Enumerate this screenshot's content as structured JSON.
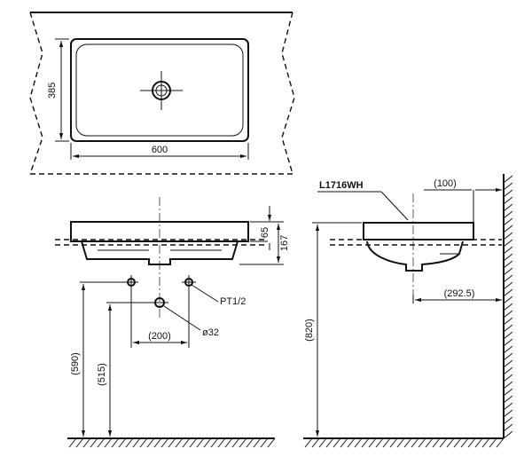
{
  "dimensions": {
    "top_width": "600",
    "top_depth": "385",
    "rim_height": "65",
    "total_height": "167",
    "pipe_spacing": "(200)",
    "drain_diameter": "ø32",
    "supply_height": "(590)",
    "drain_height": "(515)",
    "counter_height": "(820)",
    "wall_offset": "(100)",
    "drain_wall_distance": "(292.5)"
  },
  "labels": {
    "model": "L1716WH",
    "supply_thread": "PT1/2"
  }
}
